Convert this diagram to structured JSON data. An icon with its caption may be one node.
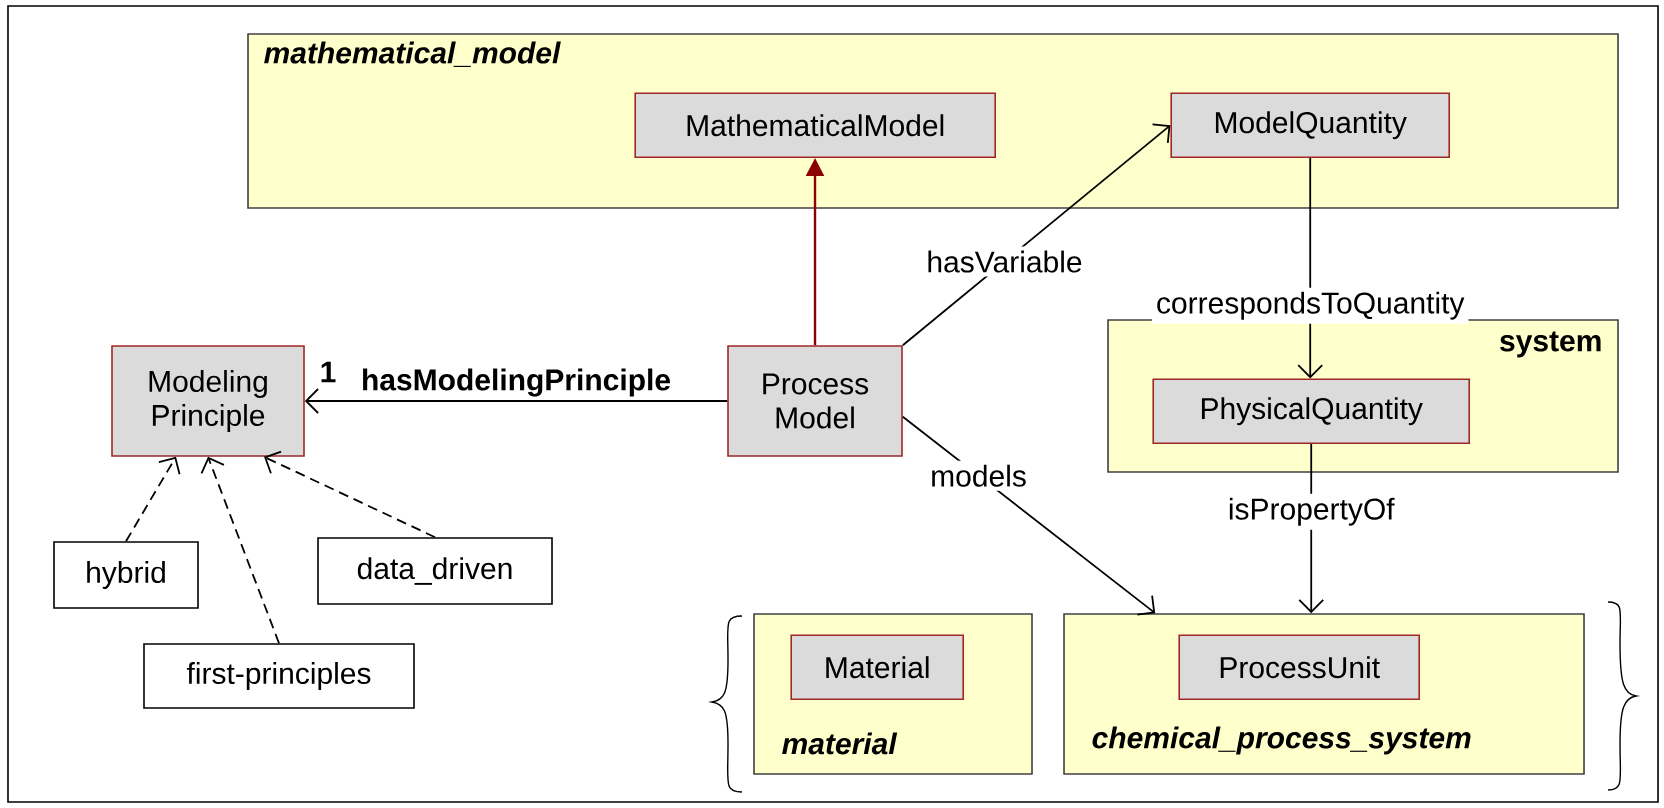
{
  "diagram": {
    "nodes": [
      {
        "text": [
          "mathematical_model"
        ]
      },
      {
        "text": [
          "MathematicalModel"
        ],
        "in": 0
      },
      {
        "text": [
          "ModelQuantity"
        ],
        "in": 0
      },
      {
        "text": [
          "system"
        ]
      },
      {
        "text": [
          "PhysicalQuantity"
        ],
        "in": 3
      },
      {
        "text": [
          "Modeling Principle"
        ]
      },
      {
        "text": [
          "Process Model"
        ]
      },
      {
        "text": [
          "hybrid"
        ]
      },
      {
        "text": [
          "first-principles"
        ]
      },
      {
        "text": [
          "data_driven"
        ]
      },
      {
        "text": [
          "material"
        ]
      },
      {
        "text": [
          "Material"
        ],
        "in": 10
      },
      {
        "text": [
          "chemical_process_system"
        ]
      },
      {
        "text": [
          "ProcessUnit"
        ],
        "in": 12
      }
    ],
    "edges": [
      {
        "from": 6,
        "to": 1,
        "arrow": "to",
        "color": "#8b0000"
      },
      {
        "from": 6,
        "to": 2,
        "arrow": "to",
        "label": "hasVariable"
      },
      {
        "from": 2,
        "to": 4,
        "arrow": "to",
        "label": "correspondsToQuantity"
      },
      {
        "from": 4,
        "to": 12,
        "arrow": "to",
        "label": "isPropertyOf"
      },
      {
        "from": 6,
        "to": 12,
        "arrow": "to",
        "label": "models"
      },
      {
        "from": 6,
        "to": 5,
        "arrow": "to",
        "label": "hasModelingPrinciple"
      },
      {
        "from": 7,
        "to": 5,
        "arrow": "to",
        "style": "dashed"
      },
      {
        "from": 8,
        "to": 5,
        "arrow": "to",
        "style": "dashed"
      },
      {
        "from": 9,
        "to": 5,
        "arrow": "to",
        "style": "dashed"
      }
    ],
    "labels": [
      "1"
    ]
  }
}
